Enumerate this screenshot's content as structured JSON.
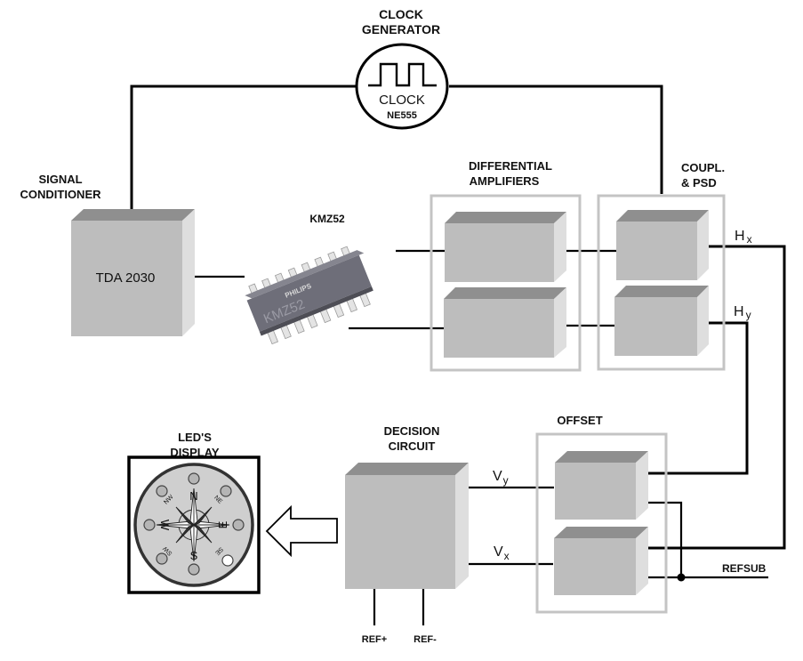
{
  "diagram": {
    "clock": {
      "title_line1": "CLOCK",
      "title_line2": "GENERATOR",
      "inner_label": "CLOCK",
      "chip": "NE555"
    },
    "signal_conditioner": {
      "title_line1": "SIGNAL",
      "title_line2": "CONDITIONER",
      "chip": "TDA 2030"
    },
    "sensor": {
      "label": "KMZ52",
      "package_marking_brand": "PHILIPS",
      "package_marking_part": "KMZ52"
    },
    "differential_amplifiers": {
      "title_line1": "DIFFERENTIAL",
      "title_line2": "AMPLIFIERS"
    },
    "coupling_psd": {
      "title_line1": "COUPL.",
      "title_line2": "& PSD"
    },
    "signals": {
      "hx": {
        "main": "H",
        "sub": "x"
      },
      "hy": {
        "main": "H",
        "sub": "y"
      },
      "vx": {
        "main": "V",
        "sub": "x"
      },
      "vy": {
        "main": "V",
        "sub": "y"
      }
    },
    "offset": {
      "title": "OFFSET"
    },
    "decision_circuit": {
      "title_line1": "DECISION",
      "title_line2": "CIRCUIT",
      "ref_plus": "REF+",
      "ref_minus": "REF-"
    },
    "refsub": "REFSUB",
    "led_display": {
      "title_line1": "LED'S",
      "title_line2": "DISPLAY",
      "directions": {
        "n": "N",
        "s": "S",
        "e": "E",
        "w": "W",
        "ne": "NE",
        "nw": "NW",
        "se": "SE",
        "sw": "SW"
      },
      "lit_led": "SE"
    },
    "colors": {
      "block_front": "#bdbdbd",
      "block_top": "#8f8f8f",
      "block_side": "#dedede",
      "group_border": "#c4c4c4",
      "led_off": "#b5b5b5",
      "led_on": "#ffffff",
      "compass_face": "#cfcfcf"
    }
  }
}
